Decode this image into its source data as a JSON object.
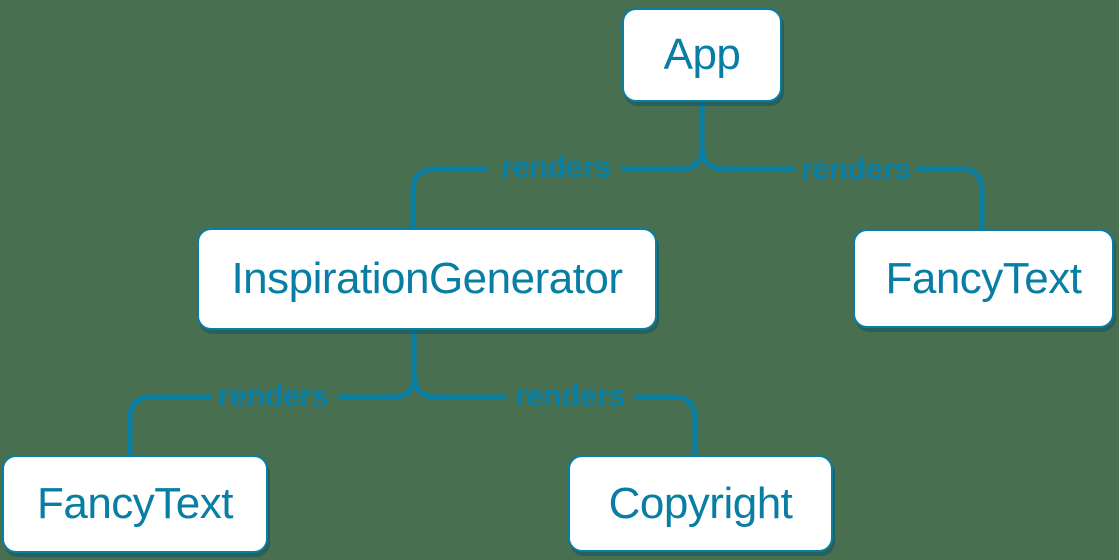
{
  "diagram": {
    "type": "component-render-tree",
    "background_color": "#486F4F",
    "accent_color": "#087EA4",
    "node_fill_color": "#FFFFFF",
    "nodes": [
      {
        "id": "app",
        "label": "App"
      },
      {
        "id": "inspiration-generator",
        "label": "InspirationGenerator"
      },
      {
        "id": "fancy-text-top",
        "label": "FancyText"
      },
      {
        "id": "fancy-text-bottom",
        "label": "FancyText"
      },
      {
        "id": "copyright",
        "label": "Copyright"
      }
    ],
    "edges": [
      {
        "from": "App",
        "to": "InspirationGenerator",
        "label": "renders"
      },
      {
        "from": "App",
        "to": "FancyText",
        "label": "renders"
      },
      {
        "from": "InspirationGenerator",
        "to": "FancyText",
        "label": "renders"
      },
      {
        "from": "InspirationGenerator",
        "to": "Copyright",
        "label": "renders"
      }
    ]
  }
}
